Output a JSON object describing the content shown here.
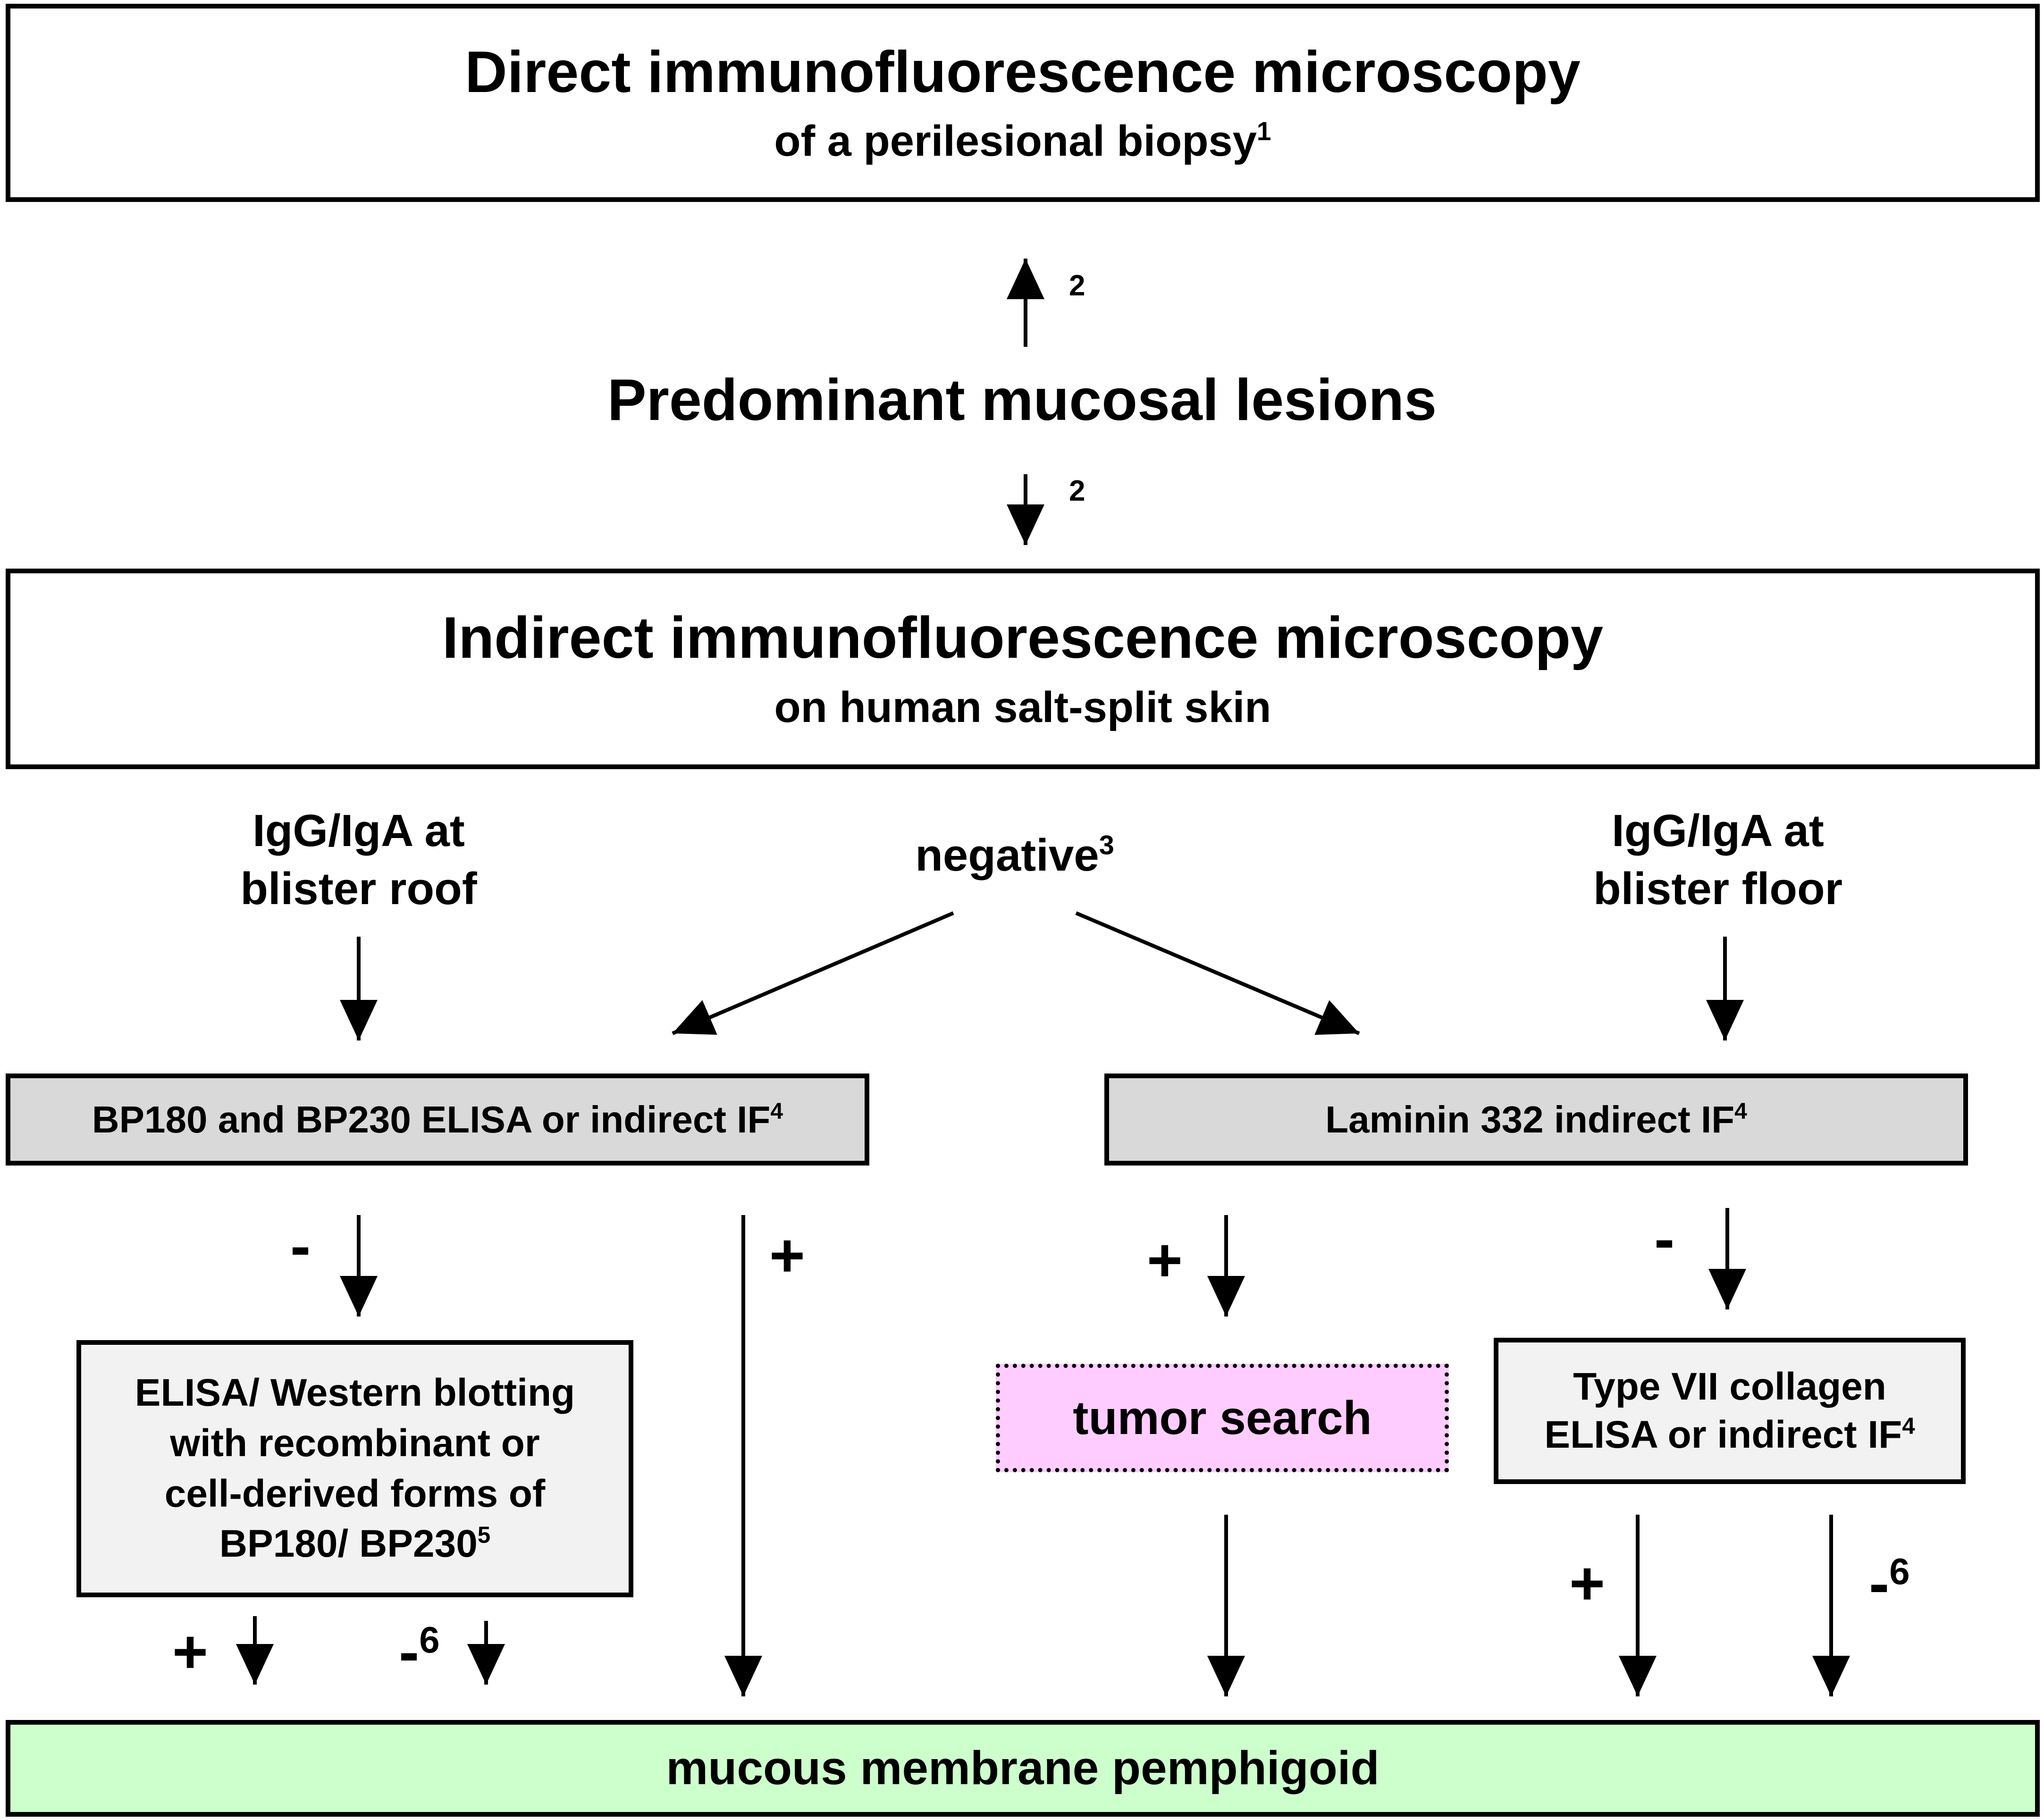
{
  "colors": {
    "line": "#000000",
    "box_white": "#ffffff",
    "box_gray": "#d9d9d9",
    "box_lightgray": "#f2f2f2",
    "box_pink": "#ffccff",
    "box_green": "#ccffcc"
  },
  "direct_if": {
    "title": "Direct immunofluorescence microscopy",
    "subtitle": "of a perilesional biopsy",
    "footnote": "1"
  },
  "arrow_up_footnote": "2",
  "center_label": "Predominant mucosal lesions",
  "arrow_down_footnote": "2",
  "indirect_if": {
    "title": "Indirect immunofluorescence microscopy",
    "subtitle": "on human salt-split skin"
  },
  "roof_label": {
    "line1": "IgG/IgA at",
    "line2": "blister roof"
  },
  "negative_label": {
    "text": "negative",
    "footnote": "3"
  },
  "floor_label": {
    "line1": "IgG/IgA at",
    "line2": "blister floor"
  },
  "bp_test": {
    "text": "BP180 and BP230 ELISA or indirect IF",
    "footnote": "4"
  },
  "laminin_test": {
    "text": "Laminin 332 indirect IF",
    "footnote": "4"
  },
  "elisa_western": {
    "line1": "ELISA/ Western blotting",
    "line2": "with recombinant or",
    "line3": "cell-derived forms of",
    "line4": "BP180/ BP230",
    "footnote": "5"
  },
  "tumor_search": {
    "text": "tumor search"
  },
  "collagen_test": {
    "line1": "Type VII collagen",
    "line2": "ELISA or indirect IF",
    "footnote": "4"
  },
  "signs": {
    "bp_negative": "-",
    "bp_positive": "+",
    "laminin_positive": "+",
    "laminin_negative": "-",
    "elisa_positive": "+",
    "elisa_negative": "-",
    "elisa_negative_footnote": "6",
    "collagen_positive": "+",
    "collagen_negative": "-",
    "collagen_negative_footnote": "6"
  },
  "result": {
    "text": "mucous membrane pemphigoid"
  }
}
